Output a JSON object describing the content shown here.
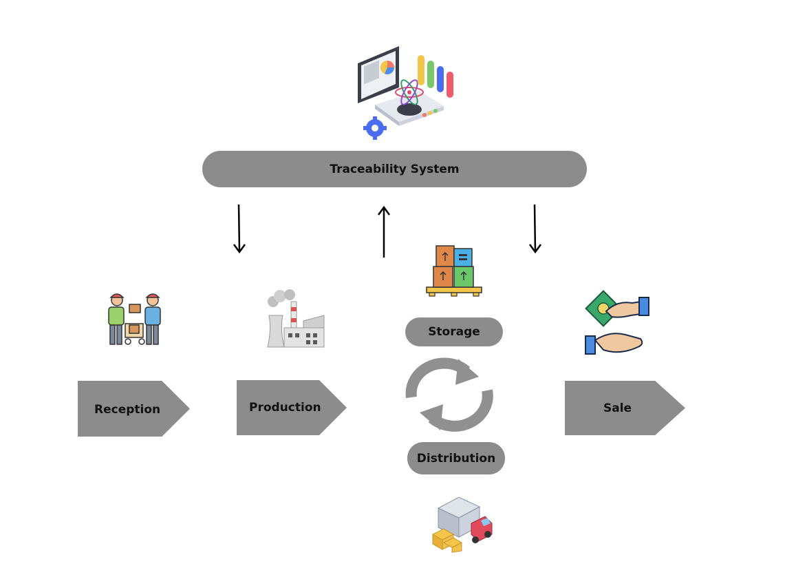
{
  "system": {
    "label": "Traceability System",
    "icon": "analytics-dashboard-icon"
  },
  "stages": {
    "reception": {
      "label": "Reception",
      "icon": "workers-handover-icon"
    },
    "production": {
      "label": "Production",
      "icon": "factory-icon"
    },
    "storage": {
      "label": "Storage",
      "icon": "warehouse-boxes-icon"
    },
    "distribution": {
      "label": "Distribution",
      "icon": "delivery-truck-icon"
    },
    "sale": {
      "label": "Sale",
      "icon": "money-exchange-icon"
    }
  },
  "colors": {
    "shape_fill": "#8c8c8c",
    "text": "#111111",
    "cycle_arrows": "#909090"
  }
}
